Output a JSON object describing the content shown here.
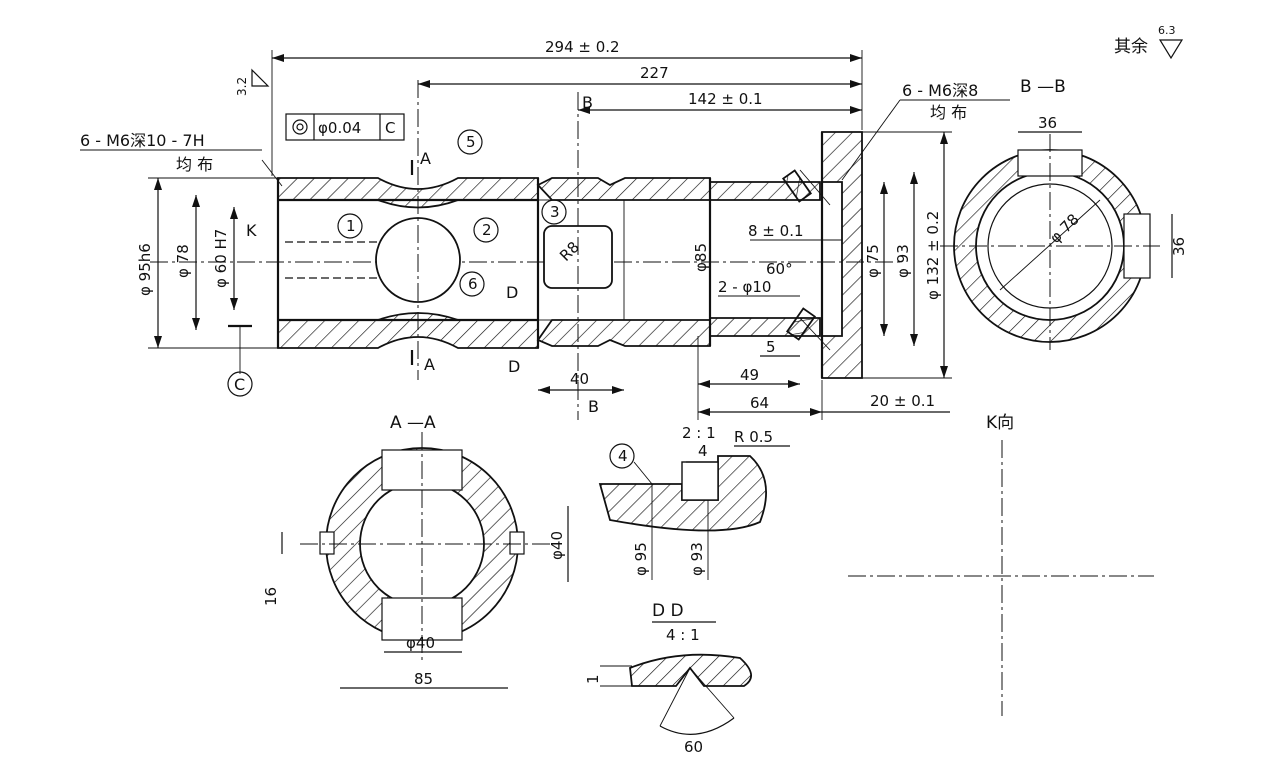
{
  "sheet": {
    "roughness_note_label": "其余",
    "roughness_note_value": "6.3",
    "roughness_left": "3.2"
  },
  "main_view": {
    "dim_total_length": "294 ± 0.2",
    "dim_227": "227",
    "dim_142": "142 ± 0.1",
    "section_mark_b_top": "B",
    "section_mark_b_bottom": "B",
    "section_mark_a_top": "A",
    "section_mark_a_bottom": "A",
    "section_mark_d_top": "D",
    "section_mark_d_bottom": "D",
    "datum_c_label": "C",
    "tolerance_frame_value": "φ0.04",
    "tolerance_frame_datum": "C",
    "thread_left": "6 - M6深10 - 7H",
    "thread_left_even": "均 布",
    "thread_right": "6 - M6深8",
    "thread_right_even": "均 布",
    "view_k_arrow": "K",
    "dia_95h6": "φ 95h6",
    "dia_78": "φ 78",
    "dia_60h7": "φ 60 H7",
    "dia_85": "φ85",
    "dia_75": "φ 75",
    "dia_93": "φ 93",
    "dia_132": "φ 132 ± 0.2",
    "dim_8": "8 ± 0.1",
    "dim_angle_60": "60°",
    "dim_2_phi10": "2 - φ10",
    "dim_5": "5",
    "dim_49": "49",
    "dim_64": "64",
    "dim_40": "40",
    "dim_20": "20 ± 0.1",
    "radius_r8": "R8",
    "callout_1": "1",
    "callout_2": "2",
    "callout_3": "3",
    "callout_5": "5",
    "callout_6": "6"
  },
  "section_bb": {
    "title": "B —B",
    "dim_36_top": "36",
    "dim_36_right": "36",
    "dia_78": "φ 78"
  },
  "section_aa": {
    "title": "A —A",
    "dim_16": "16",
    "dim_phi40_right": "φ40",
    "dim_phi40_bottom": "φ40",
    "dim_85": "85"
  },
  "detail_4": {
    "callout": "4",
    "scale": "2 : 1",
    "radius": "R 0.5",
    "dim_4": "4",
    "dia_95": "φ 95",
    "dia_93": "φ 93"
  },
  "section_dd": {
    "title": "D   D",
    "scale": "4 : 1",
    "dim_1": "1",
    "dim_60": "60"
  },
  "view_k": {
    "title": "K向"
  }
}
